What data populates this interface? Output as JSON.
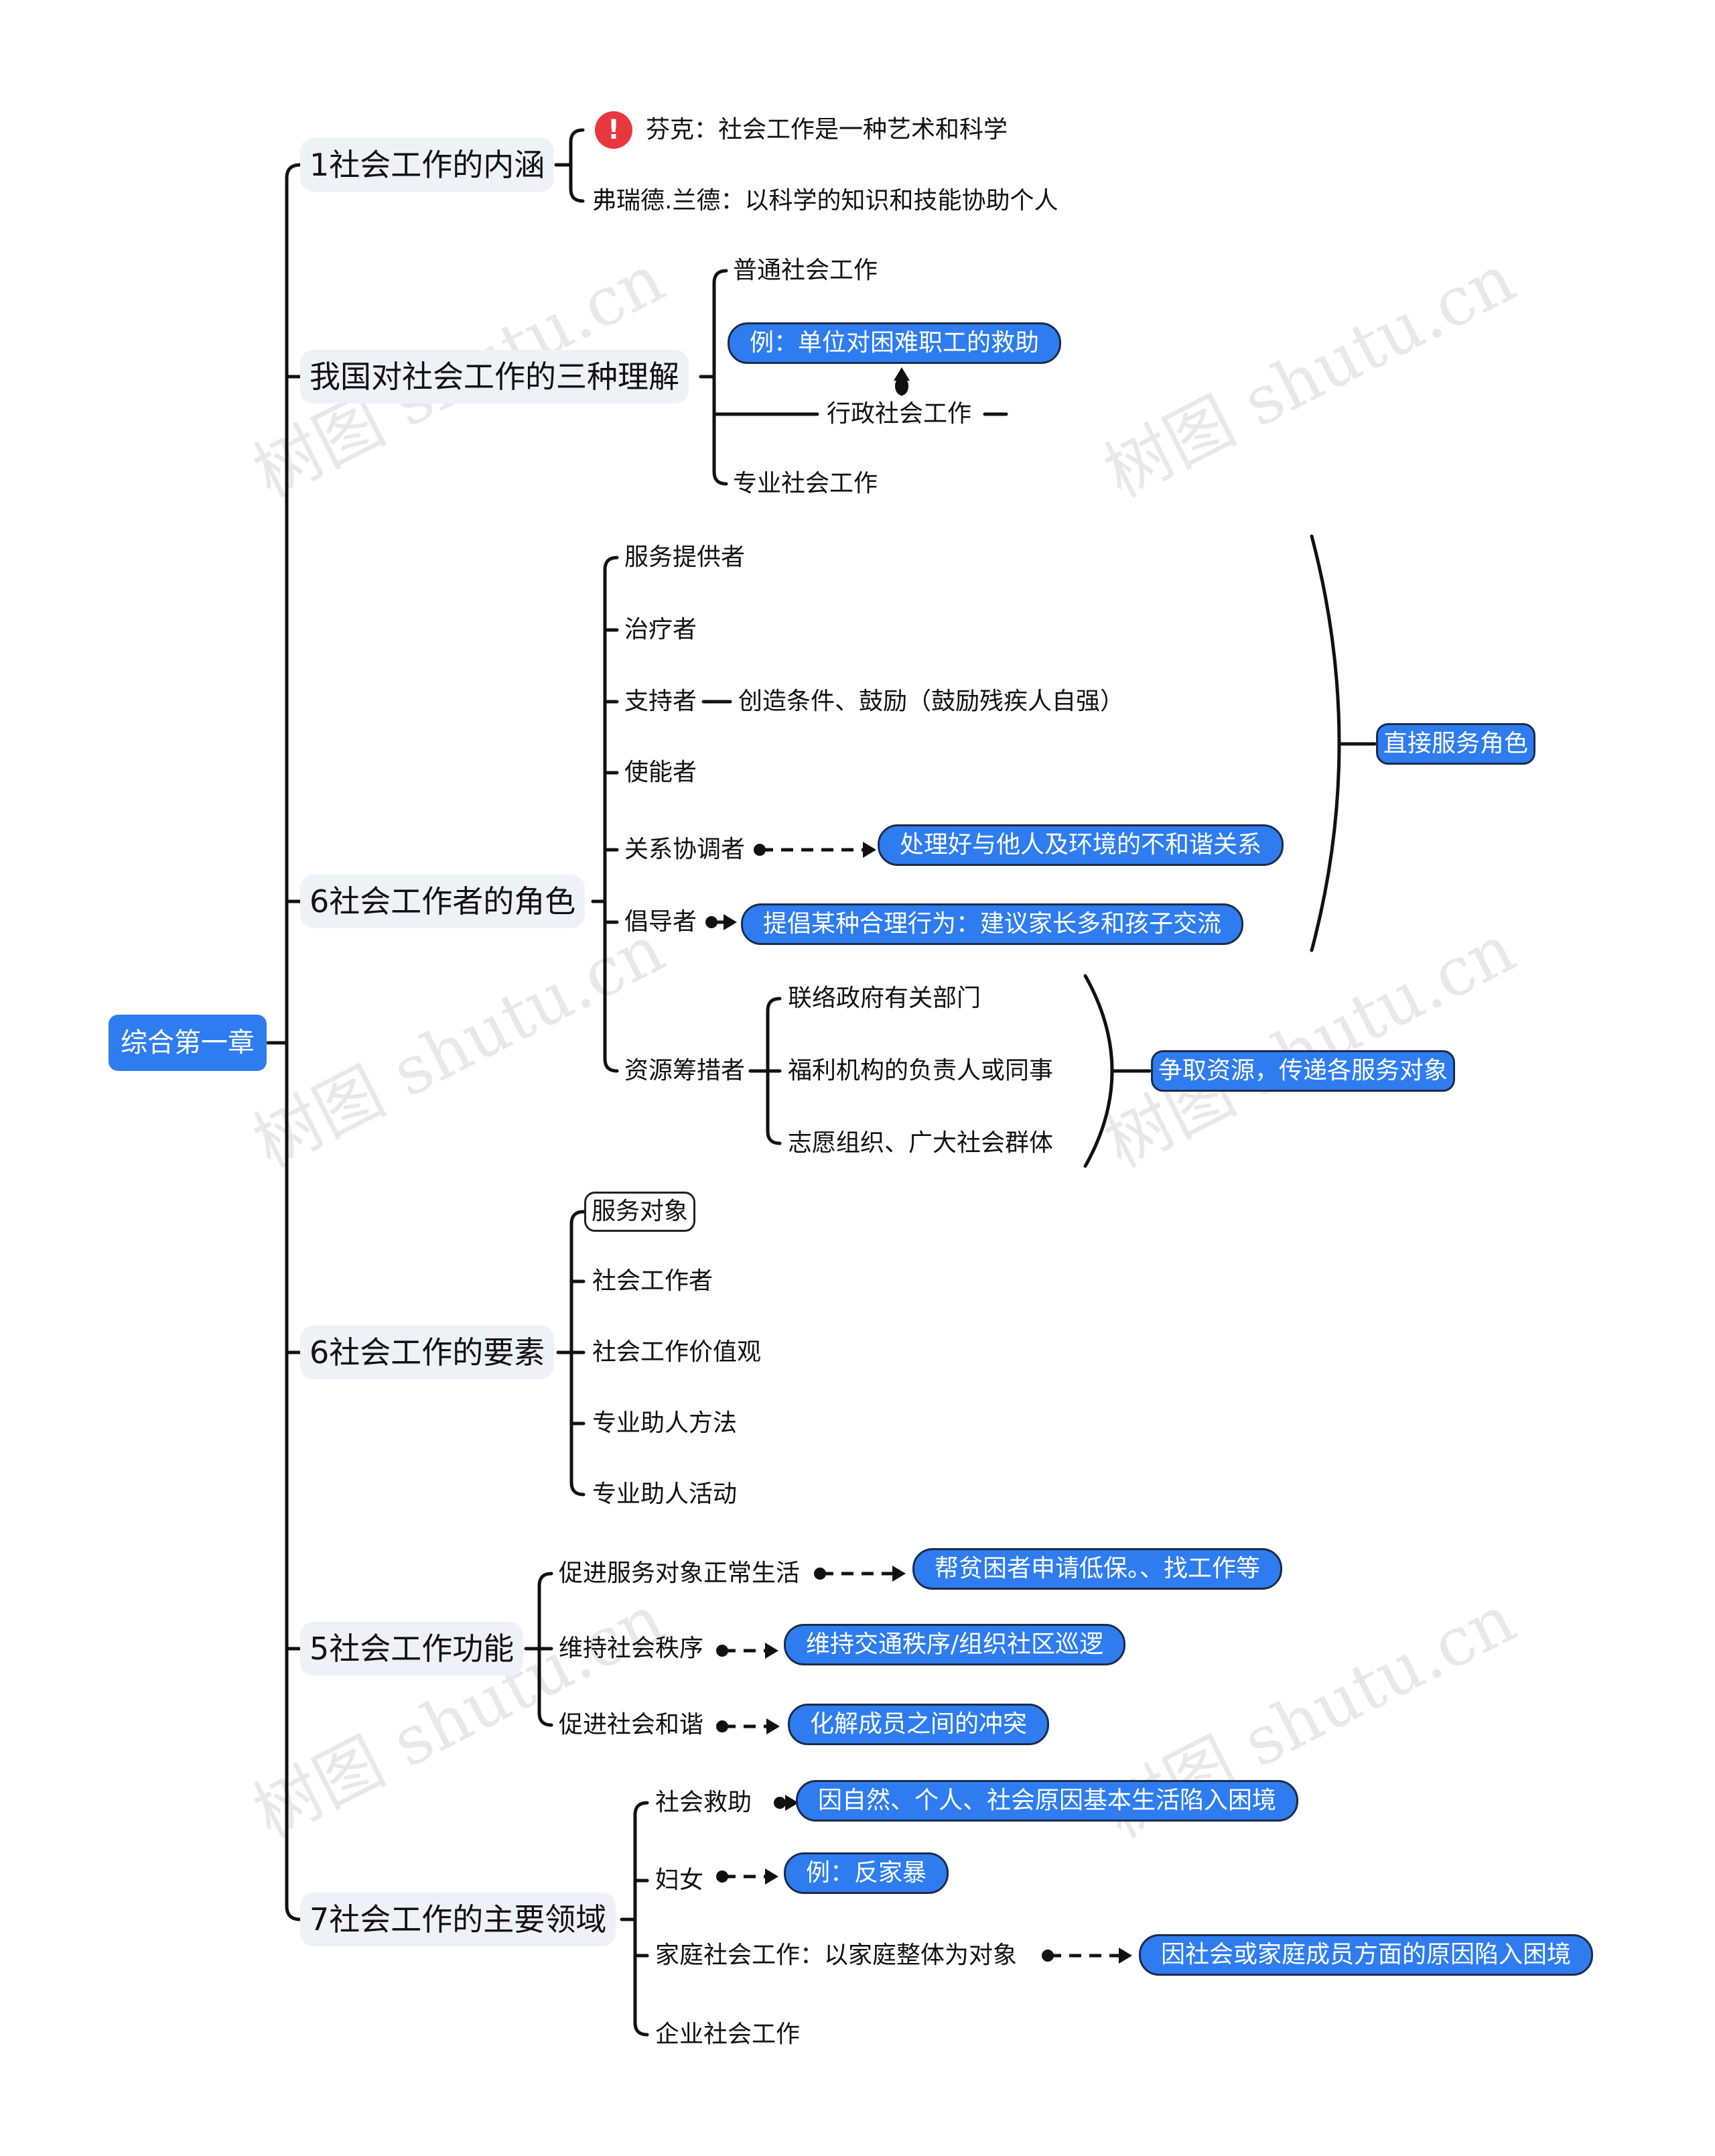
{
  "root": "综合第一章",
  "branches": {
    "b1": {
      "title": "1社会工作的内涵",
      "fink": "芬克：社会工作是一种艺术和科学",
      "friedlander": "弗瑞德.兰德：以科学的知识和技能协助个人"
    },
    "b2": {
      "title": "我国对社会工作的三种理解",
      "general": "普通社会工作",
      "example": "例：单位对困难职工的救助",
      "admin": "行政社会工作",
      "professional": "专业社会工作"
    },
    "b3": {
      "title": "6社会工作者的角色",
      "provider": "服务提供者",
      "therapist": "治疗者",
      "supporter": "支持者",
      "supporter_detail": "创造条件、鼓励（鼓励残疾人自强）",
      "enabler": "使能者",
      "coordinator": "关系协调者",
      "coordinator_detail": "处理好与他人及环境的不和谐关系",
      "advocate": "倡导者",
      "advocate_detail": "提倡某种合理行为：建议家长多和孩子交流",
      "resource": "资源筹措者",
      "resource_gov": "联络政府有关部门",
      "resource_welfare": "福利机构的负责人或同事",
      "resource_volunteer": "志愿组织、广大社会群体",
      "direct_role": "直接服务角色",
      "resource_summary": "争取资源，传递各服务对象"
    },
    "b4": {
      "title": "6社会工作的要素",
      "client": "服务对象",
      "worker": "社会工作者",
      "values": "社会工作价值观",
      "methods": "专业助人方法",
      "activities": "专业助人活动"
    },
    "b5": {
      "title": "5社会工作功能",
      "normal_life": "促进服务对象正常生活",
      "normal_life_detail": "帮贫困者申请低保。、找工作等",
      "order": "维持社会秩序",
      "order_detail": "维持交通秩序/组织社区巡逻",
      "harmony": "促进社会和谐",
      "harmony_detail": "化解成员之间的冲突"
    },
    "b6": {
      "title": "7社会工作的主要领域",
      "assistance": "社会救助",
      "assistance_detail": "因自然、个人、社会原因基本生活陷入困境",
      "women": "妇女",
      "women_detail": "例：反家暴",
      "family": "家庭社会工作：以家庭整体为对象",
      "family_detail": "因社会或家庭成员方面的原因陷入困境",
      "enterprise": "企业社会工作"
    }
  },
  "watermark": "树图 shutu.cn",
  "colors": {
    "accent": "#2e7cf0",
    "alert": "#e8383d",
    "branch_bg": "#eef1f5",
    "line": "#111111"
  }
}
